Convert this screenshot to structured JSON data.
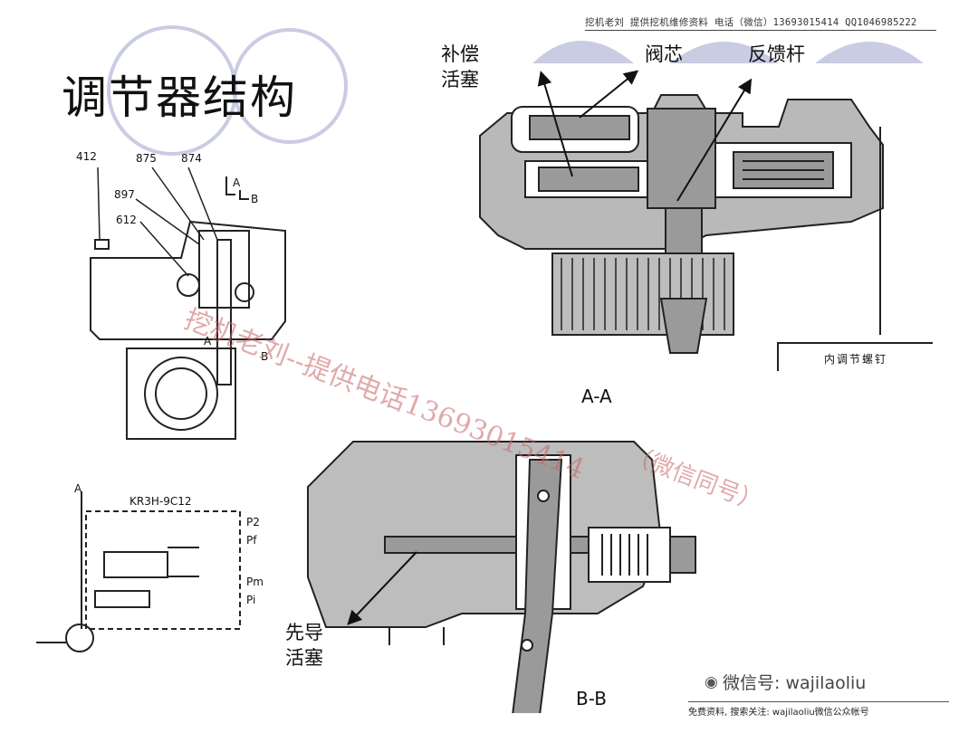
{
  "slide_title": "调节器结构",
  "header_text": "挖机老刘  提供挖机维修资料 电话（微信）13693015414   QQ1046985222",
  "labels": {
    "comp_piston": "补偿\n活塞",
    "spool": "阀芯",
    "feedback_lever": "反馈杆",
    "pilot_piston": "先导\n活塞",
    "inner_screw": "内调节螺钉",
    "section_aa": "A-A",
    "section_bb": "B-B"
  },
  "part_numbers": {
    "p412": "412",
    "p875": "875",
    "p874": "874",
    "p897": "897",
    "p612": "612"
  },
  "section_markers": {
    "a": "A",
    "b": "B"
  },
  "schematic": {
    "model": "KR3H-9C12",
    "ports": [
      "P2",
      "Pf",
      "Pm",
      "Pi"
    ],
    "axis_label": "A"
  },
  "watermark": {
    "line1": "挖机老刘--提供电话13693015414",
    "line2": "（微信同号）"
  },
  "wechat": "微信号: wajilaoliu",
  "footer": "免费资料, 搜索关注: wajilaoliu微信公众帐号",
  "colors": {
    "decor_circle": "#c9cce2",
    "watermark": "#c86565",
    "line": "#1a1a1a"
  }
}
